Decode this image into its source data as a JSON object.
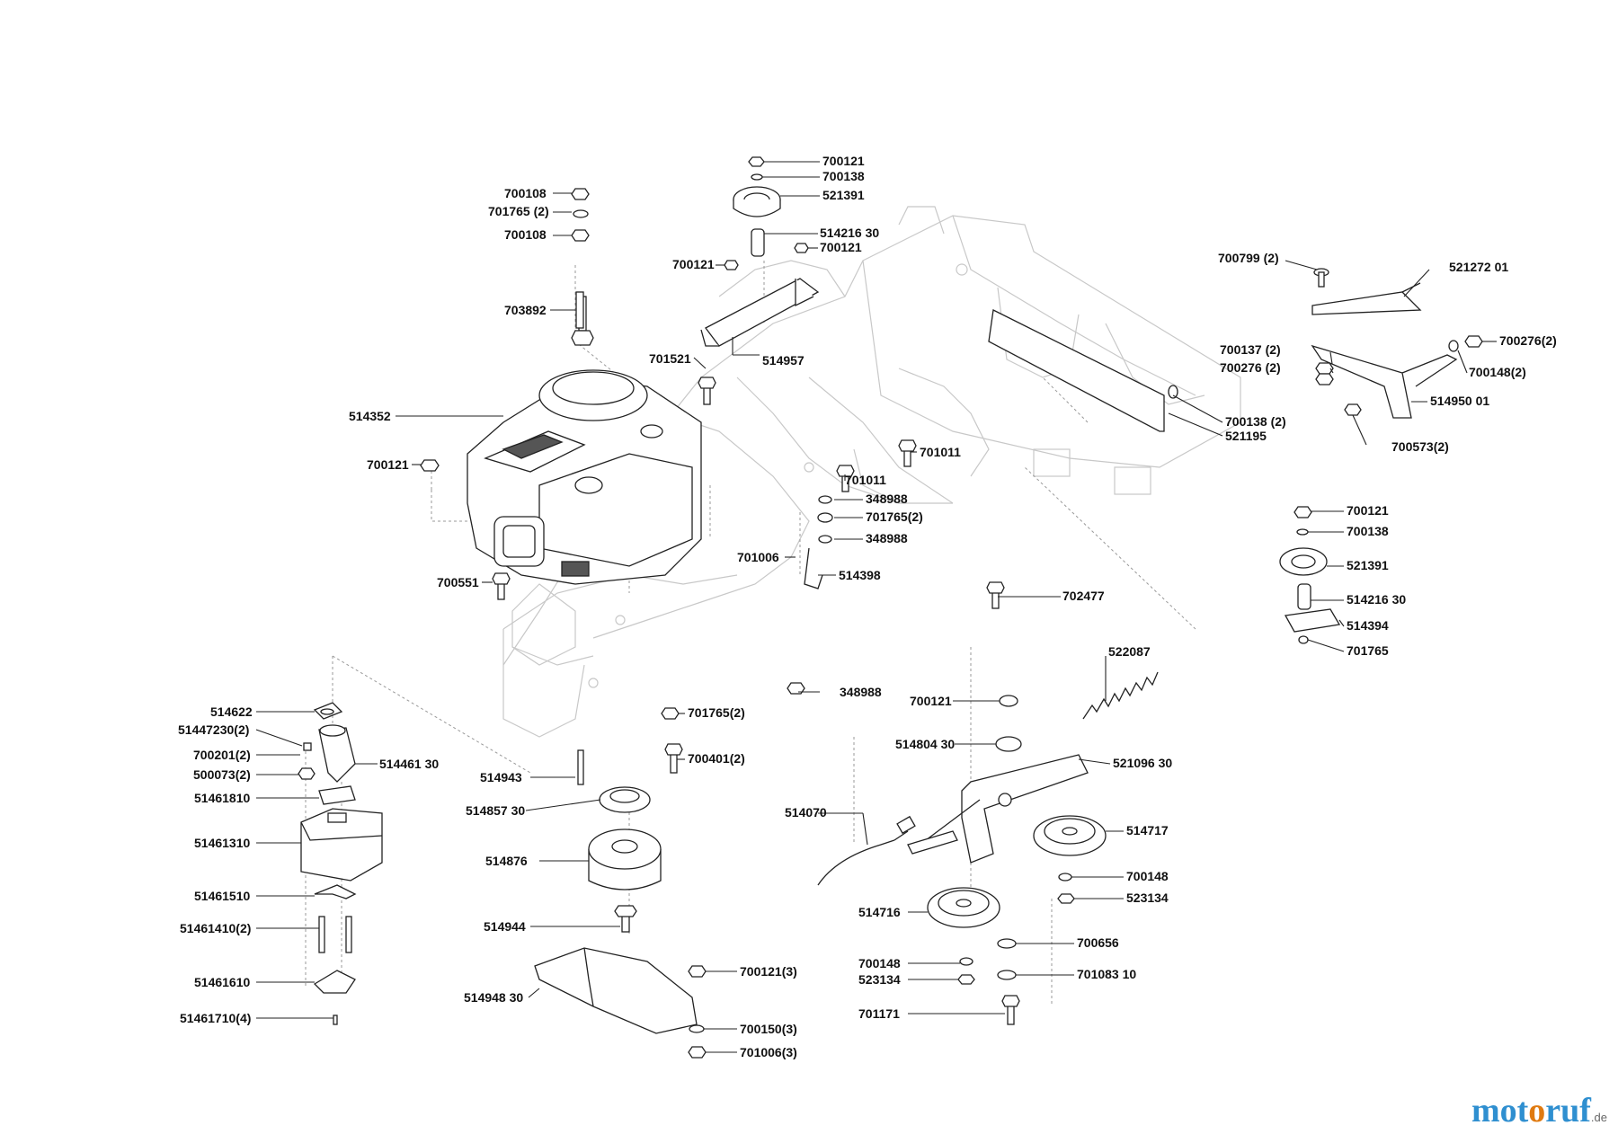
{
  "labels": [
    {
      "id": "l1",
      "text": "700121"
    },
    {
      "id": "l2",
      "text": "700138"
    },
    {
      "id": "l3",
      "text": "521391"
    },
    {
      "id": "l4",
      "text": "514216 30"
    },
    {
      "id": "l5",
      "text": "700121"
    },
    {
      "id": "l6",
      "text": "700121"
    },
    {
      "id": "l7",
      "text": "514957"
    },
    {
      "id": "l8",
      "text": "701521"
    },
    {
      "id": "l9",
      "text": "700108"
    },
    {
      "id": "l10",
      "text": "701765 (2)"
    },
    {
      "id": "l11",
      "text": "700108"
    },
    {
      "id": "l12",
      "text": "703892"
    },
    {
      "id": "l13",
      "text": "514352"
    },
    {
      "id": "l14",
      "text": "700121"
    },
    {
      "id": "l15",
      "text": "700551"
    },
    {
      "id": "l16",
      "text": "701011"
    },
    {
      "id": "l17",
      "text": "701011"
    },
    {
      "id": "l18",
      "text": "348988"
    },
    {
      "id": "l19",
      "text": "701765(2)"
    },
    {
      "id": "l20",
      "text": "348988"
    },
    {
      "id": "l21",
      "text": "701006"
    },
    {
      "id": "l22",
      "text": "514398"
    },
    {
      "id": "l23",
      "text": "702477"
    },
    {
      "id": "l24",
      "text": "700799 (2)"
    },
    {
      "id": "l25",
      "text": "521272 01"
    },
    {
      "id": "l26",
      "text": "700137 (2)"
    },
    {
      "id": "l27",
      "text": "700276 (2)"
    },
    {
      "id": "l28",
      "text": "700276(2)"
    },
    {
      "id": "l29",
      "text": "700148(2)"
    },
    {
      "id": "l30",
      "text": "514950 01"
    },
    {
      "id": "l31",
      "text": "700138 (2)"
    },
    {
      "id": "l32",
      "text": "521195"
    },
    {
      "id": "l33",
      "text": "700573(2)"
    },
    {
      "id": "l34",
      "text": "700121"
    },
    {
      "id": "l35",
      "text": "700138"
    },
    {
      "id": "l36",
      "text": "521391"
    },
    {
      "id": "l37",
      "text": "514216 30"
    },
    {
      "id": "l38",
      "text": "514394"
    },
    {
      "id": "l39",
      "text": "701765"
    },
    {
      "id": "l40",
      "text": "522087"
    },
    {
      "id": "l41",
      "text": "348988"
    },
    {
      "id": "l42",
      "text": "700121"
    },
    {
      "id": "l43",
      "text": "514804 30"
    },
    {
      "id": "l44",
      "text": "521096 30"
    },
    {
      "id": "l45",
      "text": "514070"
    },
    {
      "id": "l46",
      "text": "514717"
    },
    {
      "id": "l47",
      "text": "700148"
    },
    {
      "id": "l48",
      "text": "523134"
    },
    {
      "id": "l49",
      "text": "514716"
    },
    {
      "id": "l50",
      "text": "700656"
    },
    {
      "id": "l51",
      "text": "700148"
    },
    {
      "id": "l52",
      "text": "523134"
    },
    {
      "id": "l53",
      "text": "701083 10"
    },
    {
      "id": "l54",
      "text": "701171"
    },
    {
      "id": "l55",
      "text": "514622"
    },
    {
      "id": "l56",
      "text": "51447230(2)"
    },
    {
      "id": "l57",
      "text": "700201(2)"
    },
    {
      "id": "l58",
      "text": "500073(2)"
    },
    {
      "id": "l59",
      "text": "514461 30"
    },
    {
      "id": "l60",
      "text": "51461810"
    },
    {
      "id": "l61",
      "text": "51461310"
    },
    {
      "id": "l62",
      "text": "51461510"
    },
    {
      "id": "l63",
      "text": "51461410(2)"
    },
    {
      "id": "l64",
      "text": "51461610"
    },
    {
      "id": "l65",
      "text": "51461710(4)"
    },
    {
      "id": "l66",
      "text": "701765(2)"
    },
    {
      "id": "l67",
      "text": "700401(2)"
    },
    {
      "id": "l68",
      "text": "514943"
    },
    {
      "id": "l69",
      "text": "514857 30"
    },
    {
      "id": "l70",
      "text": "514876"
    },
    {
      "id": "l71",
      "text": "514944"
    },
    {
      "id": "l72",
      "text": "700121(3)"
    },
    {
      "id": "l73",
      "text": "514948 30"
    },
    {
      "id": "l74",
      "text": "700150(3)"
    },
    {
      "id": "l75",
      "text": "701006(3)"
    }
  ],
  "watermark": {
    "part1": "mot",
    "part2": "o",
    "part3": "ruf",
    "tld": ".de"
  }
}
